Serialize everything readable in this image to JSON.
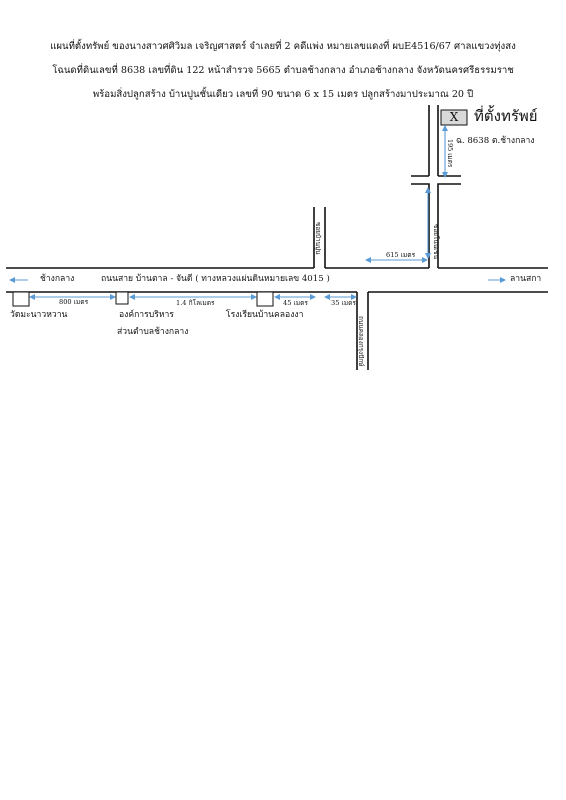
{
  "header": {
    "line1": "แผนที่ตั้งทรัพย์ ของนางสาวศศิวิมล  เจริญศาสตร์  จำเลยที่ 2 คดีแพ่ง หมายเลขแดงที่ ผบE4516/67 ศาลแขวงทุ่งสง",
    "line2": "โฉนดที่ดินเลขที่ 8638  เลขที่ดิน 122  หน้าสำรวจ 5665  ตำบลช้างกลาง  อำเภอช้างกลาง  จังหวัดนครศรีธรรมราช",
    "line3": "พร้อมสิ่งปลูกสร้าง บ้านปูนชั้นเดียว เลขที่ 90  ขนาด 6 x 15 เมตร  ปลูกสร้างมาประมาณ 20 ปี"
  },
  "map": {
    "property_marker": "X",
    "property_label": "ที่ตั้งทรัพย์",
    "deed_label": "ฉ. 8638 ต.ช้างกลาง",
    "dist_north": "195 เมตร",
    "dist_615": "615 เมตร",
    "lane_right": "ซอยโนนเชน",
    "lane_left": "ซอยบ้านปูน",
    "lane_bottom": "ถนนคลองกรุงปักษ์",
    "main_road": "ถนนสาย บ้านตาล - จันดี  ( ทางหลวงแผ่นดินหมายเลข 4015 )",
    "to_left": "ช้างกลาง",
    "to_right": "ลานสกา",
    "dist_800": "800 เมตร",
    "dist_1_4": "1.4 กิโลเมตร",
    "dist_45": "45 เมตร",
    "dist_35": "35 เมตร",
    "landmark_temple": "วัดมะนาวหวาน",
    "landmark_sao_1": "องค์การบริหาร",
    "landmark_sao_2": "ส่วนตำบลช้างกลาง",
    "landmark_school": "โรงเรียนบ้านคลองงา",
    "colors": {
      "arrow": "#5b9bd5",
      "marker_fill": "#d9d9d9"
    }
  }
}
